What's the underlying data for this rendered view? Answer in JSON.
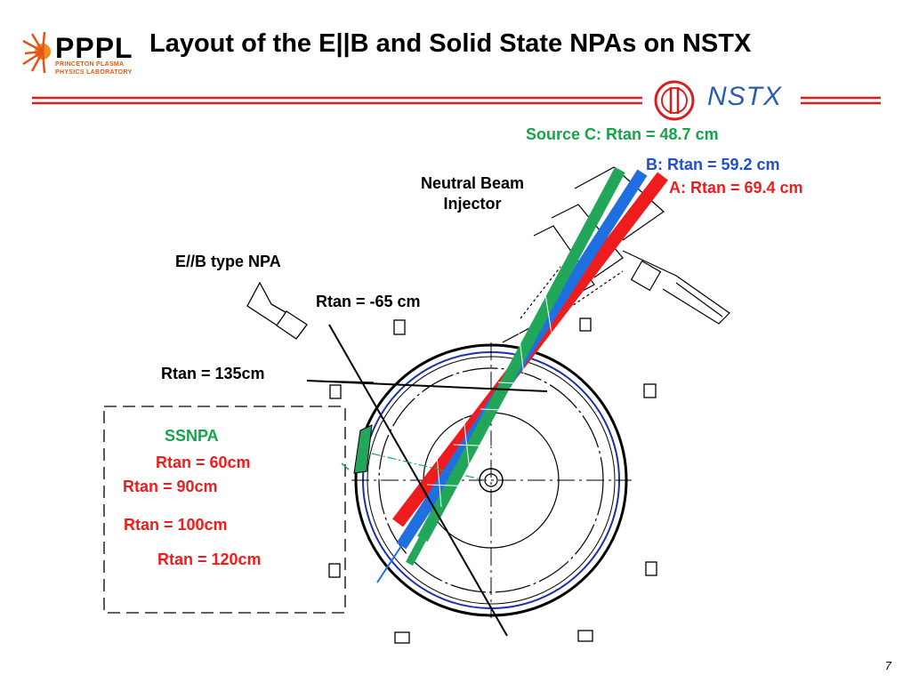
{
  "header": {
    "logo_text": "PPPL",
    "logo_sub1": "PRINCETON PLASMA",
    "logo_sub2": "PHYSICS LABORATORY",
    "title": "Layout of the E||B and Solid State NPAs on NSTX",
    "nstx_logo": "NSTX"
  },
  "labels": {
    "source_c": "Source C:  Rtan = 48.7 cm",
    "source_b": "B: Rtan = 59.2 cm",
    "source_a": "A: Rtan = 69.4 cm",
    "nbi_line1": "Neutral Beam",
    "nbi_line2": "Injector",
    "eb_npa": "E//B type NPA",
    "rtan_neg65": "Rtan = -65 cm",
    "rtan_135": "Rtan = 135cm",
    "ssnpa": "SSNPA",
    "rtan_60": "Rtan = 60cm",
    "rtan_90": "Rtan = 90cm",
    "rtan_100": "Rtan = 100cm",
    "rtan_120": "Rtan = 120cm"
  },
  "colors": {
    "source_a": "#ee1c1c",
    "source_b": "#1f6fe0",
    "source_c": "#22a65a",
    "accent_red": "#d62020",
    "nstx_blue": "#2a5db0",
    "vessel_blue": "#1c2fb0"
  },
  "page_number": "7"
}
